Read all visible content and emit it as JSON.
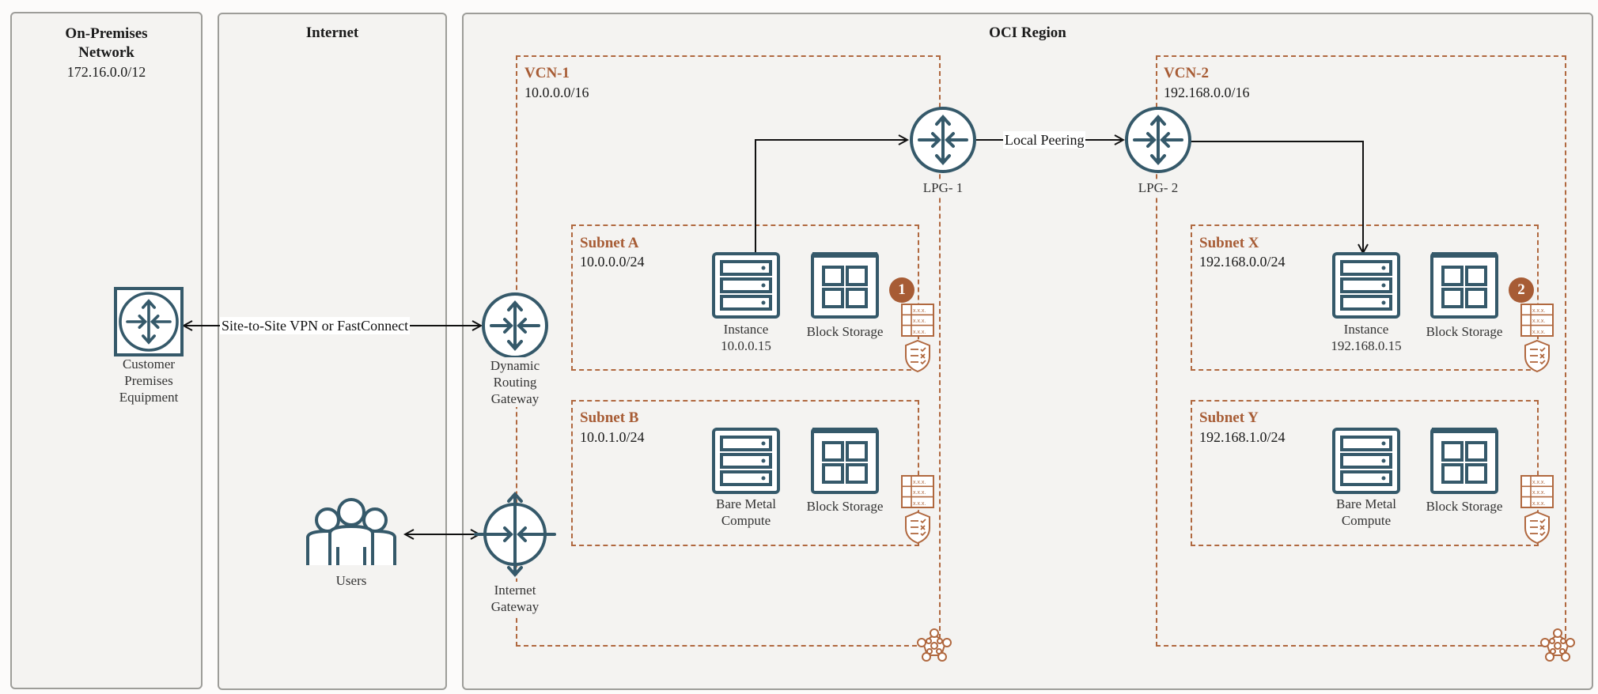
{
  "colors": {
    "icon": "#35596a",
    "oracle_accent": "#a75c35",
    "panel_bg": "#f4f3f1",
    "panel_border": "#9d9d99"
  },
  "panels": {
    "on_premises": {
      "title_line1": "On-Premises",
      "title_line2": "Network",
      "cidr": "172.16.0.0/12"
    },
    "internet": {
      "title": "Internet"
    },
    "oci_region": {
      "title": "OCI Region"
    }
  },
  "nodes": {
    "cpe": {
      "line1": "Customer",
      "line2": "Premises",
      "line3": "Equipment",
      "icon": "router-icon"
    },
    "drg": {
      "line1": "Dynamic",
      "line2": "Routing",
      "line3": "Gateway",
      "icon": "router-icon"
    },
    "igw": {
      "line1": "Internet",
      "line2": "Gateway",
      "icon": "internet-gateway-icon"
    },
    "users": {
      "label": "Users",
      "icon": "users-icon"
    },
    "lpg1": {
      "label": "LPG- 1",
      "icon": "router-icon"
    },
    "lpg2": {
      "label": "LPG- 2",
      "icon": "router-icon"
    }
  },
  "edges": {
    "vpn": "Site-to-Site VPN or FastConnect",
    "peering": "Local Peering"
  },
  "vcns": [
    {
      "title": "VCN-1",
      "cidr": "10.0.0.0/16",
      "subnets": [
        {
          "title": "Subnet A",
          "cidr": "10.0.0.0/24",
          "compute_line1": "Instance",
          "compute_line2": "10.0.0.15",
          "storage": "Block Storage",
          "badge": "1"
        },
        {
          "title": "Subnet B",
          "cidr": "10.0.1.0/24",
          "compute_line1": "Bare Metal",
          "compute_line2": "Compute",
          "storage": "Block Storage"
        }
      ]
    },
    {
      "title": "VCN-2",
      "cidr": "192.168.0.0/16",
      "subnets": [
        {
          "title": "Subnet X",
          "cidr": "192.168.0.0/24",
          "compute_line1": "Instance",
          "compute_line2": "192.168.0.15",
          "storage": "Block Storage",
          "badge": "2"
        },
        {
          "title": "Subnet Y",
          "cidr": "192.168.1.0/24",
          "compute_line1": "Bare Metal",
          "compute_line2": "Compute",
          "storage": "Block Storage"
        }
      ]
    }
  ]
}
